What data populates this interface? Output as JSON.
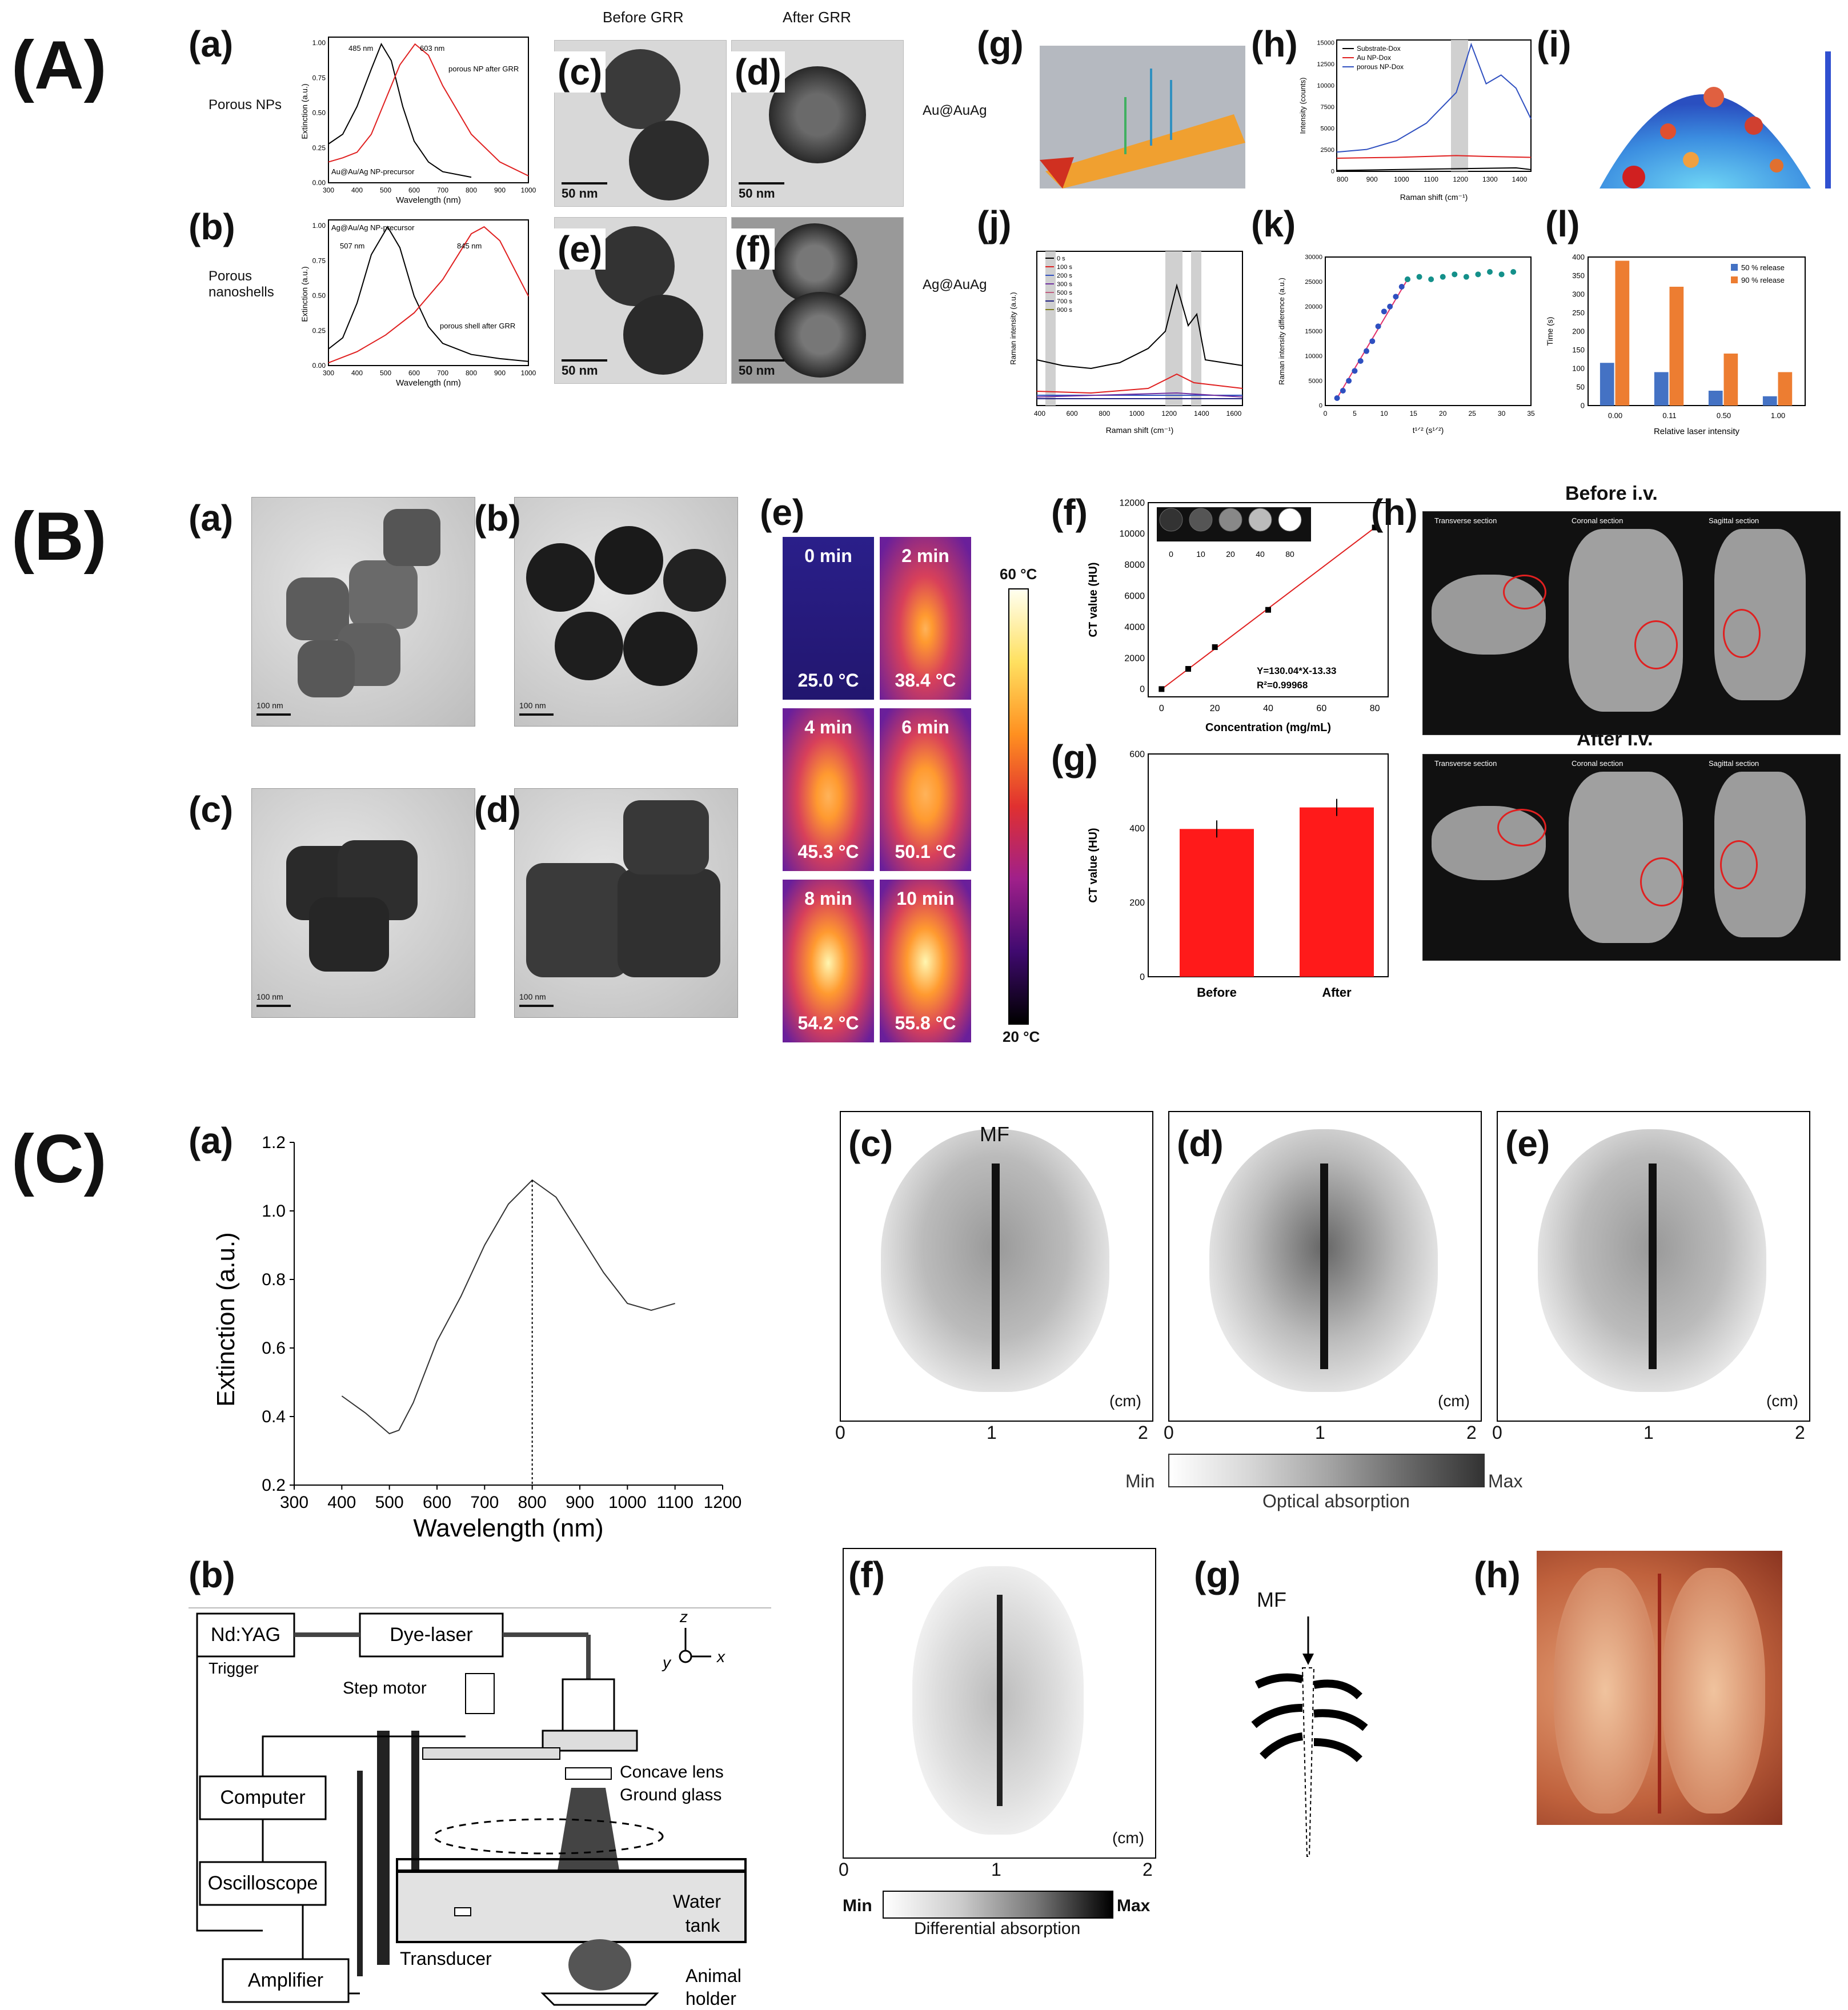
{
  "sections": {
    "A": "(A)",
    "B": "(B)",
    "C": "(C)"
  },
  "A": {
    "a": {
      "label": "(a)",
      "row_label": "Porous NPs",
      "peak1": "485 nm",
      "peak2": "603 nm",
      "curve_red": "porous NP after GRR",
      "curve_black": "Au@Au/Ag NP-precursor",
      "ylabel": "Extinction (a.u.)",
      "xlabel": "Wavelength (nm)",
      "xticks": [
        "300",
        "400",
        "500",
        "600",
        "700",
        "800",
        "900",
        "1000"
      ],
      "yticks": [
        "0.00",
        "0.25",
        "0.50",
        "0.75",
        "1.00"
      ]
    },
    "b": {
      "label": "(b)",
      "row_label": "Porous nanoshells",
      "peak1": "507 nm",
      "peak2": "845 nm",
      "curve_red": "porous shell after GRR",
      "curve_black": "Ag@Au/Ag NP-precursor",
      "ylabel": "Extinction (a.u.)",
      "xlabel": "Wavelength (nm)",
      "xticks": [
        "300",
        "400",
        "500",
        "600",
        "700",
        "800",
        "900",
        "1000"
      ],
      "yticks": [
        "0.00",
        "0.25",
        "0.50",
        "0.75",
        "1.00"
      ]
    },
    "before_grr": "Before GRR",
    "after_grr": "After GRR",
    "c": {
      "label": "(c)",
      "scale": "50 nm"
    },
    "d": {
      "label": "(d)",
      "scale": "50 nm"
    },
    "e": {
      "label": "(e)",
      "scale": "50 nm"
    },
    "f": {
      "label": "(f)",
      "scale": "50 nm"
    },
    "g": {
      "label": "(g)",
      "row_label": "Au@AuAg"
    },
    "h": {
      "label": "(h)",
      "ylabel": "Intensity (counts)",
      "xlabel": "Raman shift (cm⁻¹)",
      "legend": [
        "Substrate-Dox",
        "Au NP-Dox",
        "porous NP-Dox"
      ],
      "xticks": [
        "800",
        "900",
        "1000",
        "1100",
        "1200",
        "1300",
        "1400"
      ],
      "yticks": [
        "0",
        "2500",
        "5000",
        "7500",
        "10000",
        "12500",
        "15000"
      ]
    },
    "i": {
      "label": "(i)"
    },
    "j": {
      "label": "(j)",
      "row_label": "Ag@AuAg",
      "ylabel": "Raman intensity (a.u.)",
      "xlabel": "Raman shift (cm⁻¹)",
      "legend": [
        "0 s",
        "100 s",
        "200 s",
        "300 s",
        "500 s",
        "700 s",
        "900 s"
      ],
      "xticks": [
        "400",
        "600",
        "800",
        "1000",
        "1200",
        "1400",
        "1600"
      ]
    },
    "k": {
      "label": "(k)",
      "ylabel": "Raman intensity difference (a.u.)",
      "xlabel": "t¹ᐟ² (s¹ᐟ²)",
      "xticks": [
        "0",
        "5",
        "10",
        "15",
        "20",
        "25",
        "30",
        "35"
      ],
      "yticks": [
        "0",
        "5000",
        "10000",
        "15000",
        "20000",
        "25000",
        "30000"
      ]
    },
    "l": {
      "label": "(l)",
      "ylabel": "Time (s)",
      "xlabel": "Relative laser intensity",
      "legend": [
        "50 % release",
        "90 % release"
      ],
      "yticks": [
        "0",
        "50",
        "100",
        "150",
        "200",
        "250",
        "300",
        "350",
        "400"
      ]
    }
  },
  "B": {
    "a": {
      "label": "(a)",
      "scale": "100 nm"
    },
    "b": {
      "label": "(b)",
      "scale": "100 nm"
    },
    "c": {
      "label": "(c)",
      "scale": "100 nm"
    },
    "d": {
      "label": "(d)",
      "scale": "100 nm"
    },
    "e": {
      "label": "(e)",
      "frames": [
        {
          "time": "0 min",
          "temp": "25.0 °C"
        },
        {
          "time": "2 min",
          "temp": "38.4 °C"
        },
        {
          "time": "4 min",
          "temp": "45.3 °C"
        },
        {
          "time": "6 min",
          "temp": "50.1 °C"
        },
        {
          "time": "8 min",
          "temp": "54.2 °C"
        },
        {
          "time": "10 min",
          "temp": "55.8 °C"
        }
      ],
      "scale_max": "60 °C",
      "scale_min": "20 °C"
    },
    "f": {
      "label": "(f)",
      "ylabel": "CT value (HU)",
      "xlabel": "Concentration (mg/mL)",
      "equation": "Y=130.04*X-13.33",
      "r2": "R²=0.99968",
      "phantom_labels": [
        "0",
        "10",
        "20",
        "40",
        "80"
      ],
      "xticks": [
        "0",
        "20",
        "40",
        "60",
        "80"
      ],
      "yticks": [
        "0",
        "2000",
        "4000",
        "6000",
        "8000",
        "10000",
        "12000"
      ]
    },
    "g": {
      "label": "(g)",
      "ylabel": "CT value (HU)",
      "yticks": [
        "0",
        "200",
        "400",
        "600"
      ]
    },
    "h": {
      "label": "(h)",
      "before": "Before i.v.",
      "after": "After i.v.",
      "sections": [
        "Transverse section",
        "Coronal section",
        "Sagittal section"
      ]
    }
  },
  "C": {
    "a": {
      "label": "(a)",
      "ylabel": "Extinction (a.u.)",
      "xlabel": "Wavelength (nm)",
      "xticks": [
        "300",
        "400",
        "500",
        "600",
        "700",
        "800",
        "900",
        "1000",
        "1100",
        "1200"
      ],
      "yticks": [
        "0.2",
        "0.4",
        "0.6",
        "0.8",
        "1.0",
        "1.2"
      ]
    },
    "b": {
      "label": "(b)",
      "ndyag": "Nd:YAG",
      "dye": "Dye-laser",
      "trigger": "Trigger",
      "step": "Step motor",
      "computer": "Computer",
      "osc": "Oscilloscope",
      "amp": "Amplifier",
      "lens": "Concave lens",
      "glass": "Ground glass",
      "water": "Water",
      "tank": "tank",
      "transducer": "Transducer",
      "animal": "Animal",
      "holder": "holder",
      "z": "z",
      "x": "x",
      "y": "y"
    },
    "c": {
      "label": "(c)",
      "mf": "MF",
      "unit": "(cm)"
    },
    "d": {
      "label": "(d)",
      "unit": "(cm)"
    },
    "e": {
      "label": "(e)",
      "unit": "(cm)"
    },
    "axis_ticks": [
      "0",
      "1",
      "2"
    ],
    "colorbar": {
      "min": "Min",
      "max": "Max",
      "title": "Optical absorption"
    },
    "f": {
      "label": "(f)",
      "unit": "(cm)",
      "min": "Min",
      "max": "Max",
      "title": "Differential absorption"
    },
    "g": {
      "label": "(g)",
      "mf": "MF"
    },
    "h": {
      "label": "(h)"
    }
  },
  "chart_data": [
    {
      "type": "line",
      "panel": "A(a)",
      "xlabel": "Wavelength (nm)",
      "ylabel": "Extinction (a.u.)",
      "xlim": [
        300,
        1000
      ],
      "ylim": [
        0,
        1.05
      ],
      "series": [
        {
          "name": "Au@Au/Ag NP-precursor",
          "color": "#000000",
          "x": [
            300,
            350,
            400,
            450,
            485,
            520,
            560,
            600,
            650,
            700,
            800
          ],
          "y": [
            0.28,
            0.35,
            0.55,
            0.82,
            1.0,
            0.88,
            0.55,
            0.3,
            0.15,
            0.08,
            0.04
          ]
        },
        {
          "name": "porous NP after GRR",
          "color": "#e02020",
          "x": [
            300,
            350,
            400,
            450,
            500,
            550,
            603,
            650,
            700,
            800,
            900,
            1000
          ],
          "y": [
            0.15,
            0.18,
            0.22,
            0.35,
            0.6,
            0.85,
            1.0,
            0.92,
            0.7,
            0.35,
            0.15,
            0.05
          ]
        }
      ]
    },
    {
      "type": "line",
      "panel": "A(b)",
      "xlabel": "Wavelength (nm)",
      "ylabel": "Extinction (a.u.)",
      "xlim": [
        300,
        1000
      ],
      "ylim": [
        0,
        1.05
      ],
      "series": [
        {
          "name": "Ag@Au/Ag NP-precursor",
          "color": "#000000",
          "x": [
            300,
            350,
            400,
            450,
            507,
            550,
            600,
            650,
            700,
            800,
            900,
            1000
          ],
          "y": [
            0.12,
            0.2,
            0.45,
            0.8,
            1.0,
            0.85,
            0.5,
            0.28,
            0.16,
            0.08,
            0.05,
            0.03
          ]
        },
        {
          "name": "porous shell after GRR",
          "color": "#e02020",
          "x": [
            300,
            400,
            500,
            600,
            700,
            800,
            845,
            900,
            1000
          ],
          "y": [
            0.02,
            0.1,
            0.22,
            0.38,
            0.62,
            0.95,
            1.0,
            0.9,
            0.5
          ]
        }
      ]
    },
    {
      "type": "line",
      "panel": "A(h)",
      "xlim": [
        800,
        1450
      ],
      "ylim": [
        0,
        15000
      ],
      "series": [
        {
          "name": "Substrate-Dox",
          "color": "#000000",
          "x": [
            800,
            1000,
            1200,
            1400,
            1450
          ],
          "y": [
            100,
            200,
            300,
            400,
            200
          ]
        },
        {
          "name": "Au NP-Dox",
          "color": "#e02020",
          "x": [
            800,
            1000,
            1200,
            1300,
            1450
          ],
          "y": [
            1500,
            1600,
            1800,
            1700,
            1600
          ]
        },
        {
          "name": "porous NP-Dox",
          "color": "#3050c0",
          "x": [
            800,
            900,
            1000,
            1100,
            1200,
            1250,
            1300,
            1350,
            1400,
            1450
          ],
          "y": [
            2200,
            2500,
            3500,
            5500,
            9000,
            14500,
            10000,
            11000,
            9500,
            6000
          ]
        }
      ]
    },
    {
      "type": "scatter",
      "panel": "A(k)",
      "xlim": [
        0,
        35
      ],
      "ylim": [
        0,
        30000
      ],
      "series": [
        {
          "name": "",
          "color": "#2e4fc0",
          "x": [
            2,
            3,
            4,
            5,
            6,
            7,
            8,
            9,
            10,
            11,
            12,
            13,
            14
          ],
          "y": [
            1500,
            3000,
            5000,
            7000,
            9000,
            11000,
            13000,
            16000,
            19000,
            20000,
            22000,
            24000,
            25500
          ]
        },
        {
          "name": "",
          "color": "#14908a",
          "x": [
            14,
            16,
            18,
            20,
            22,
            24,
            26,
            28,
            30,
            32
          ],
          "y": [
            25500,
            26000,
            25500,
            26000,
            26500,
            26000,
            26500,
            27000,
            26500,
            27000
          ]
        }
      ]
    },
    {
      "type": "bar",
      "panel": "A(l)",
      "categories": [
        "0.00",
        "0.11",
        "0.50",
        "1.00"
      ],
      "ylim": [
        0,
        400
      ],
      "series": [
        {
          "name": "50 % release",
          "color": "#4472c4",
          "values": [
            115,
            90,
            40,
            25
          ]
        },
        {
          "name": "90 % release",
          "color": "#ed7d31",
          "values": [
            390,
            320,
            140,
            90
          ]
        }
      ]
    },
    {
      "type": "scatter",
      "panel": "B(f)",
      "xlabel": "Concentration (mg/mL)",
      "ylabel": "CT value (HU)",
      "xlim": [
        0,
        85
      ],
      "ylim": [
        0,
        12000
      ],
      "series": [
        {
          "name": "",
          "color": "#000000",
          "x": [
            0,
            10,
            20,
            40,
            80
          ],
          "y": [
            0,
            1300,
            2700,
            5100,
            10400
          ]
        }
      ]
    },
    {
      "type": "bar",
      "panel": "B(g)",
      "ylabel": "CT value (HU)",
      "categories": [
        "Before",
        "After"
      ],
      "values": [
        398,
        456
      ],
      "ylim": [
        0,
        600
      ]
    },
    {
      "type": "line",
      "panel": "C(a)",
      "xlabel": "Wavelength (nm)",
      "ylabel": "Extinction (a.u.)",
      "xlim": [
        300,
        1200
      ],
      "ylim": [
        0.2,
        1.2
      ],
      "series": [
        {
          "name": "",
          "color": "#333333",
          "x": [
            400,
            450,
            500,
            520,
            550,
            600,
            650,
            700,
            750,
            800,
            850,
            900,
            950,
            1000,
            1050,
            1100
          ],
          "y": [
            0.46,
            0.41,
            0.35,
            0.36,
            0.44,
            0.62,
            0.75,
            0.9,
            1.02,
            1.09,
            1.04,
            0.93,
            0.82,
            0.73,
            0.71,
            0.73
          ]
        }
      ]
    }
  ]
}
